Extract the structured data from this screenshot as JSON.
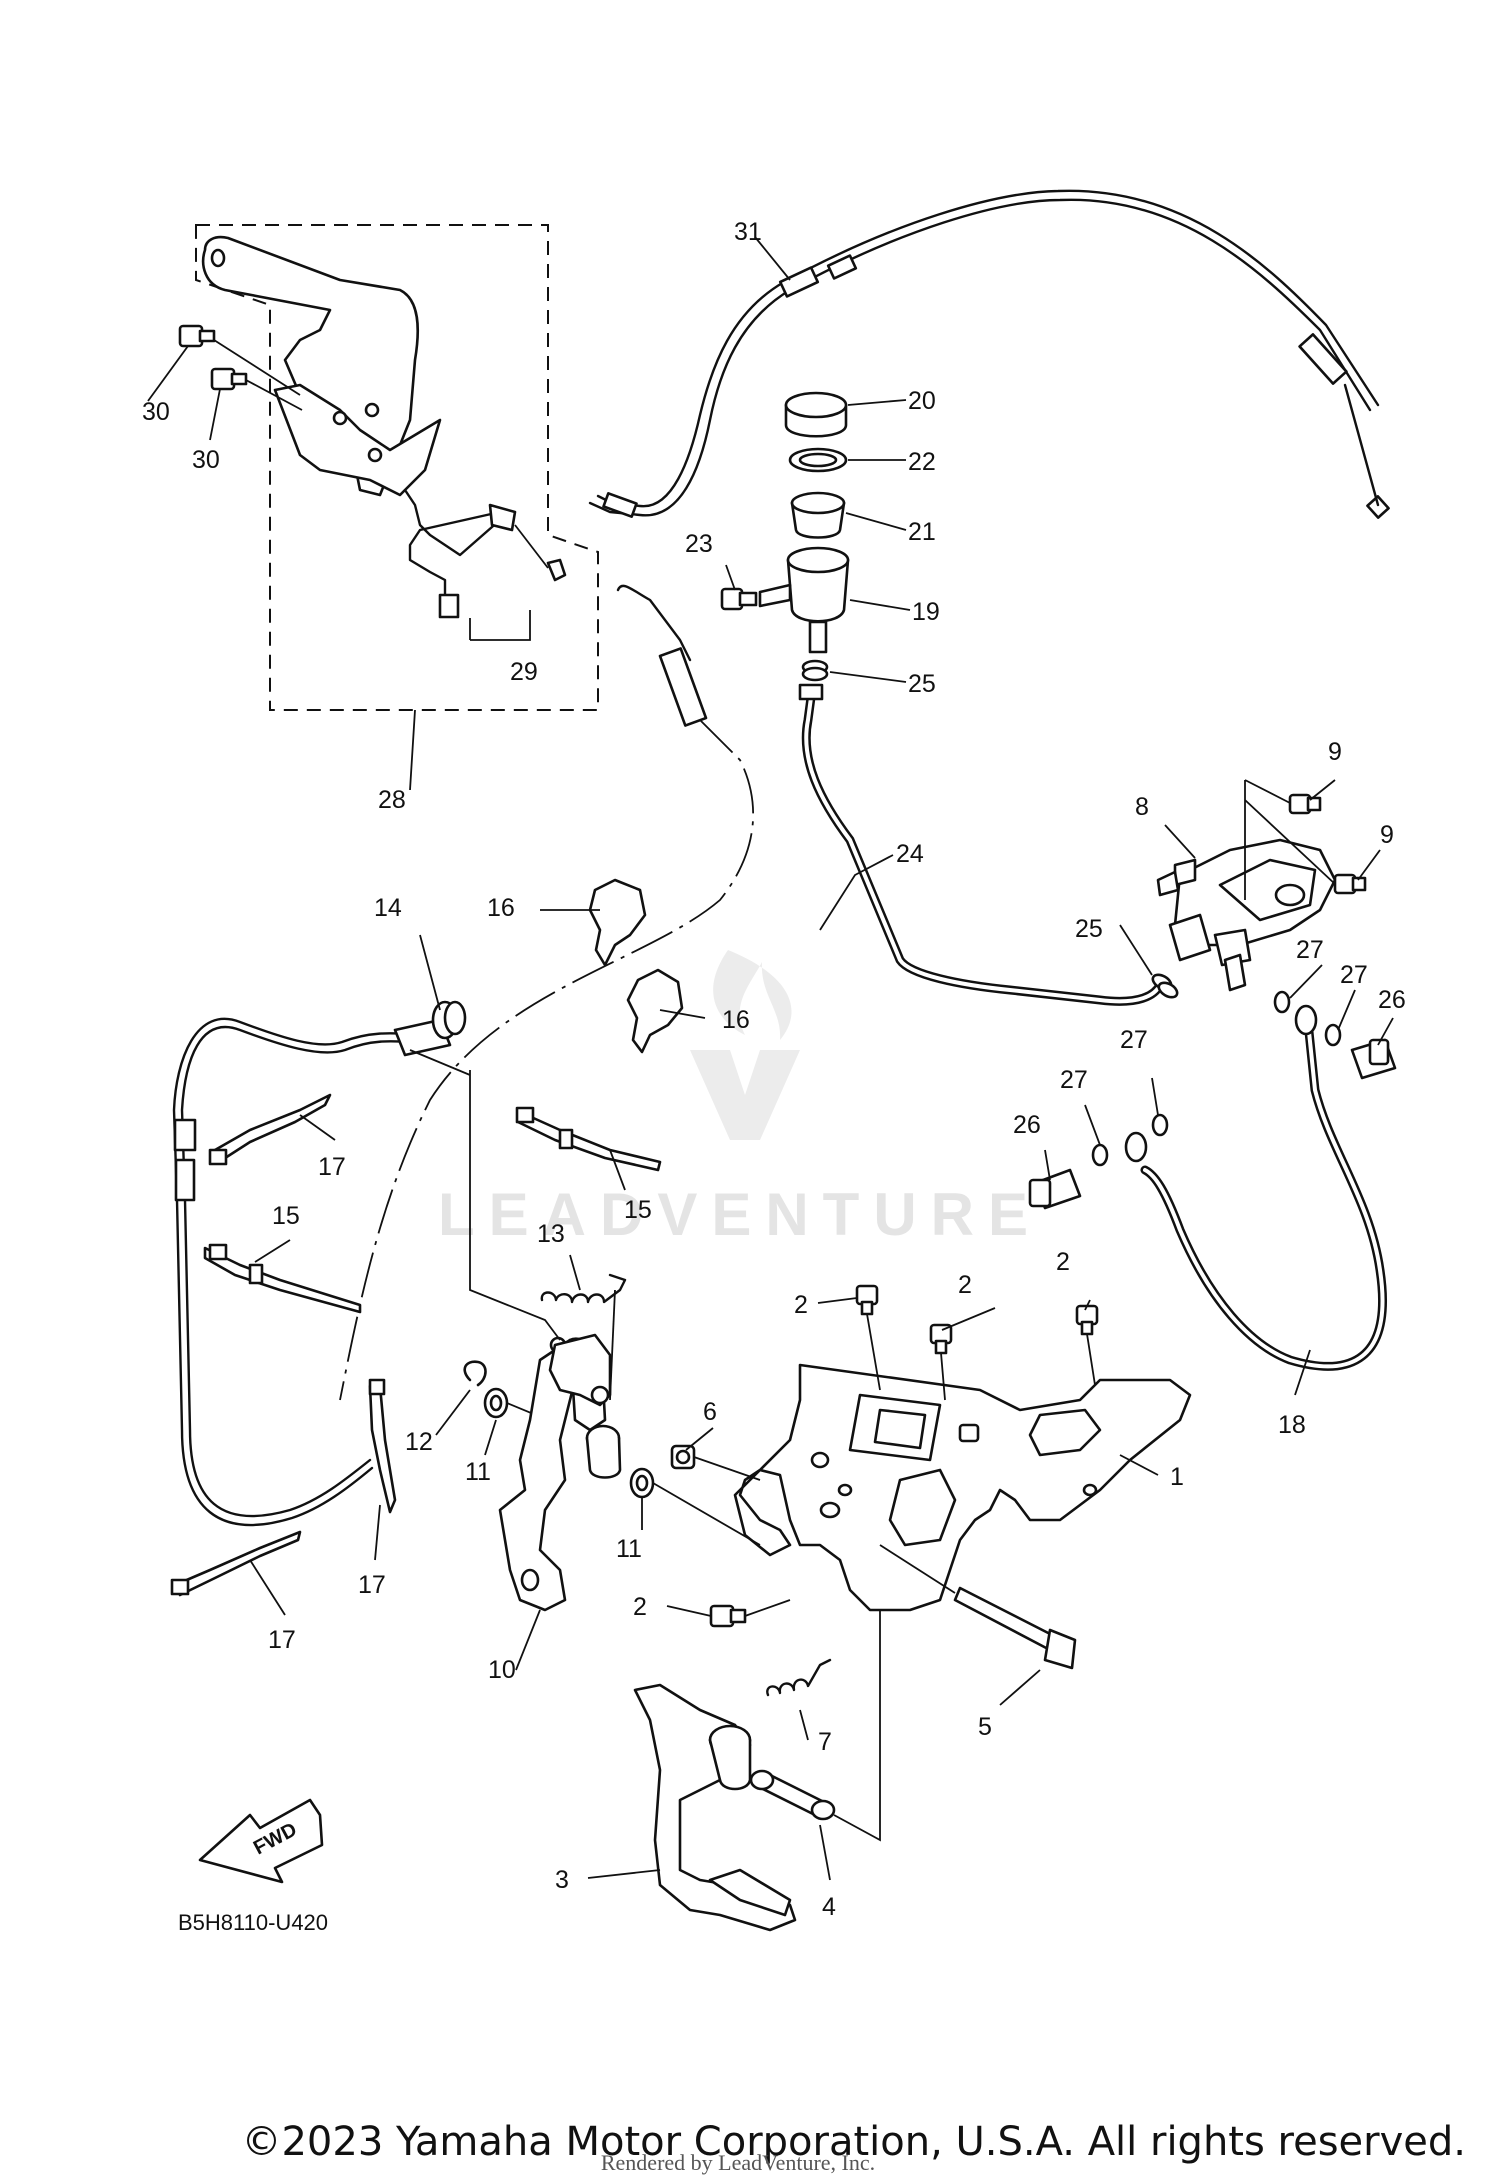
{
  "diagram_code": "B5H8110-U420",
  "fwd_label": "FWD",
  "watermark": "LEADVENTURE",
  "copyright": "©2023 Yamaha Motor Corporation, U.S.A. All rights reserved.",
  "rendered_by": "Rendered by LeadVenture, Inc.",
  "callouts": {
    "c1": "1",
    "c2a": "2",
    "c2b": "2",
    "c2c": "2",
    "c2d": "2",
    "c3": "3",
    "c4": "4",
    "c5": "5",
    "c6": "6",
    "c7": "7",
    "c8": "8",
    "c9a": "9",
    "c9b": "9",
    "c10": "10",
    "c11a": "11",
    "c11b": "11",
    "c12": "12",
    "c13": "13",
    "c14": "14",
    "c15a": "15",
    "c15b": "15",
    "c16a": "16",
    "c16b": "16",
    "c17a": "17",
    "c17b": "17",
    "c17c": "17",
    "c18": "18",
    "c19": "19",
    "c20": "20",
    "c21": "21",
    "c22": "22",
    "c23": "23",
    "c24": "24",
    "c25a": "25",
    "c25b": "25",
    "c26a": "26",
    "c26b": "26",
    "c27a": "27",
    "c27b": "27",
    "c27c": "27",
    "c27d": "27",
    "c28": "28",
    "c29": "29",
    "c30a": "30",
    "c30b": "30",
    "c31": "31"
  }
}
